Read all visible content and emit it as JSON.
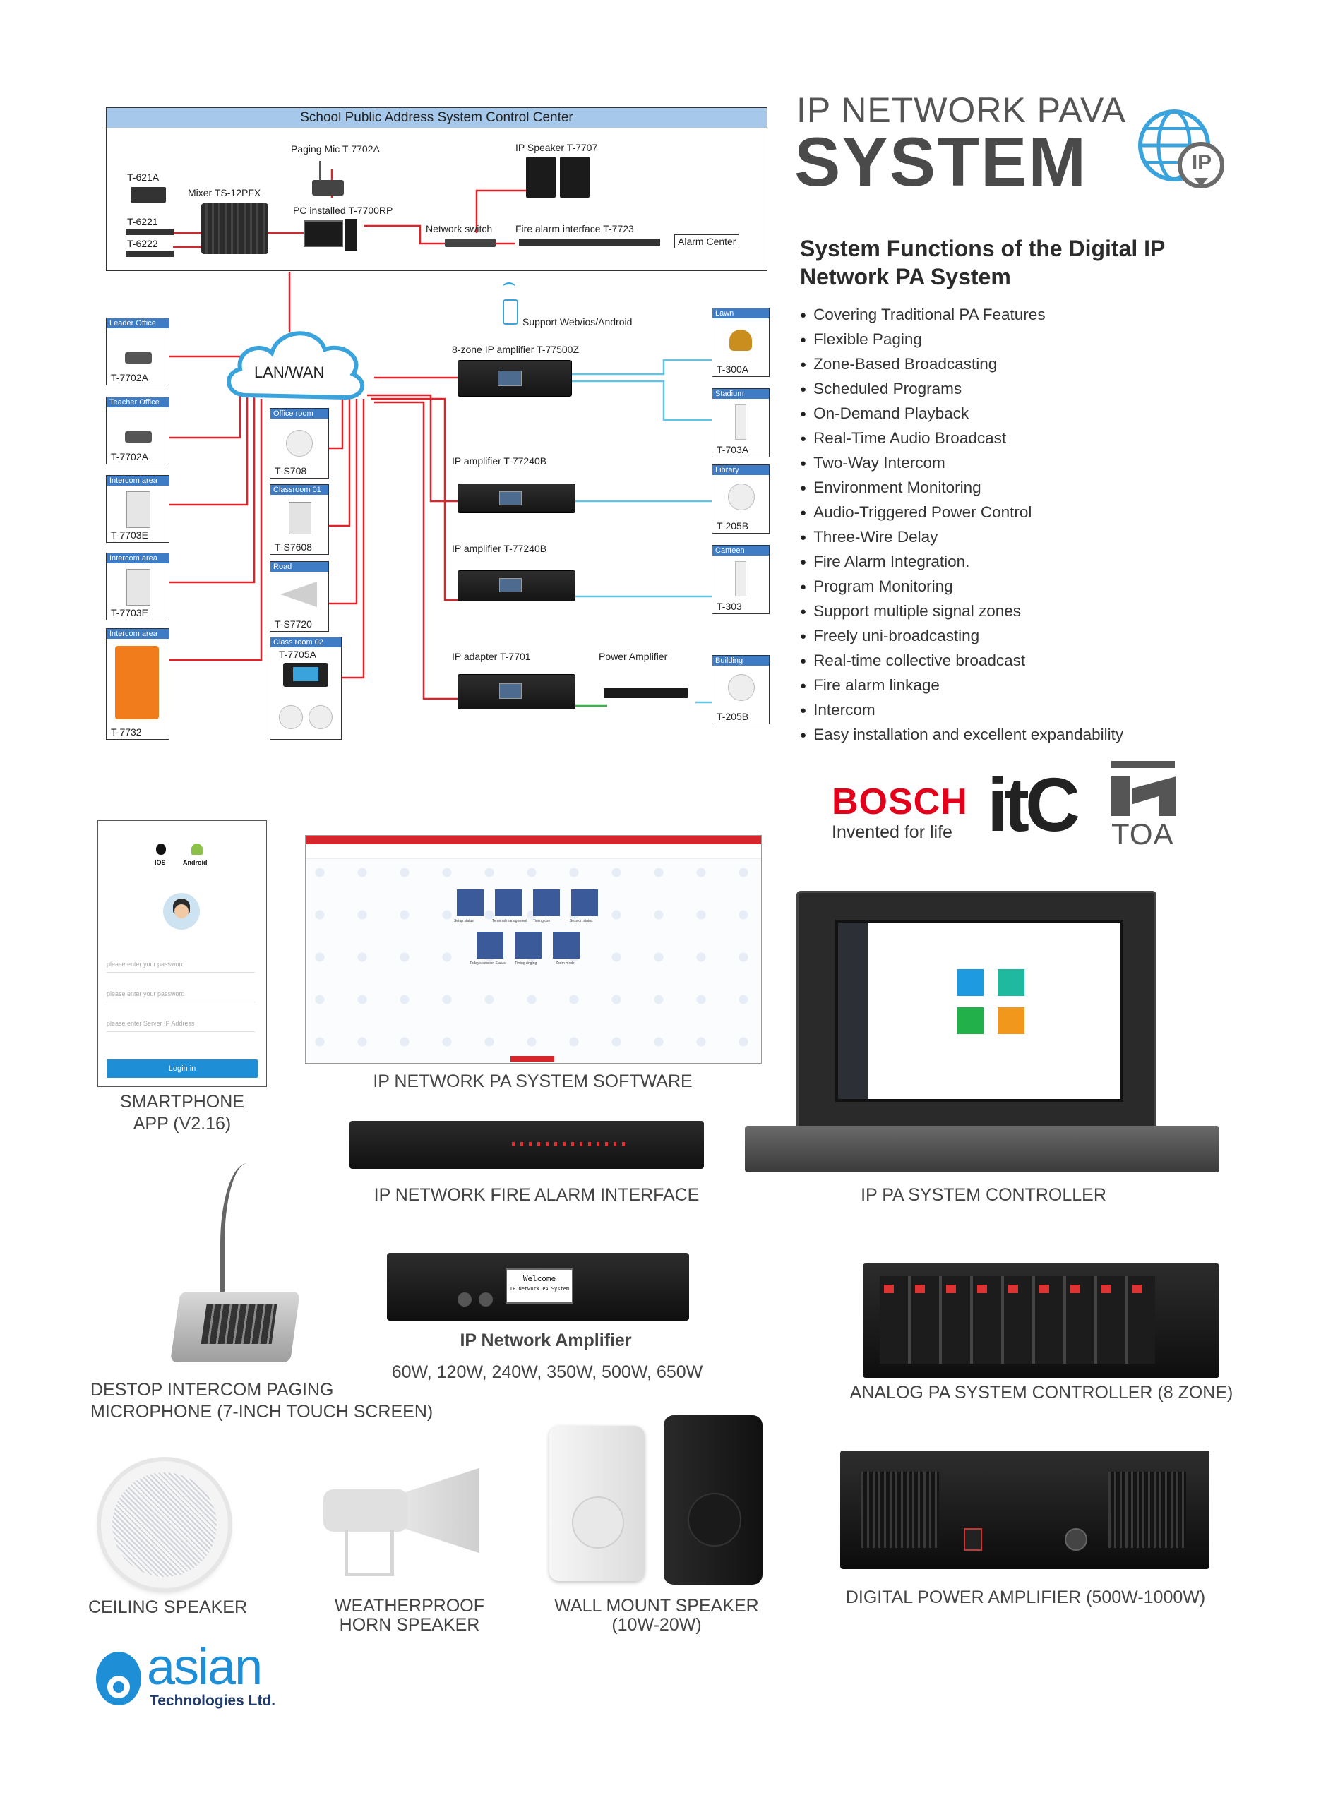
{
  "header": {
    "title_line1": "IP NETWORK PAVA",
    "title_line2": "SYSTEM",
    "badge": "IP"
  },
  "diagram": {
    "control_center": "School Public Address System Control Center",
    "devices": {
      "paging_mic": "Paging Mic T-7702A",
      "ip_speaker": "IP Speaker T-7707",
      "t621a": "T-621A",
      "mixer": "Mixer TS-12PFX",
      "t6221": "T-6221",
      "t6222": "T-6222",
      "pc": "PC installed T-7700RP",
      "network_switch": "Network switch",
      "fire_alarm_interface": "Fire alarm interface T-7723",
      "alarm_center": "Alarm Center",
      "cloud": "LAN/WAN",
      "support": "Support Web/ios/Android",
      "amp_8zone": "8-zone IP amplifier T-77500Z",
      "amp_1": "IP amplifier T-77240B",
      "amp_2": "IP amplifier T-77240B",
      "ip_adapter": "IP adapter T-7701",
      "power_amp": "Power Amplifier"
    },
    "left_zones": [
      {
        "name": "Leader Office",
        "model": "T-7702A"
      },
      {
        "name": "Teacher Office",
        "model": "T-7702A"
      },
      {
        "name": "Intercom area",
        "model": "T-7703E"
      },
      {
        "name": "Intercom area",
        "model": "T-7703E"
      },
      {
        "name": "Intercom area",
        "model": "T-7732"
      }
    ],
    "mid_zones": [
      {
        "name": "Office room",
        "model": "T-S708"
      },
      {
        "name": "Classroom 01",
        "model": "T-S7608"
      },
      {
        "name": "Road",
        "model": "T-S7720"
      },
      {
        "name": "Class room 02",
        "model": "T-7705A"
      }
    ],
    "right_zones": [
      {
        "name": "Lawn",
        "model": "T-300A"
      },
      {
        "name": "Stadium",
        "model": "T-703A"
      },
      {
        "name": "Library",
        "model": "T-205B"
      },
      {
        "name": "Canteen",
        "model": "T-303"
      },
      {
        "name": "Building",
        "model": "T-205B"
      }
    ]
  },
  "functions": {
    "title": "System Functions of the Digital IP Network PA System",
    "items": [
      "Covering Traditional PA Features",
      "Flexible Paging",
      "Zone-Based Broadcasting",
      "Scheduled Programs",
      "On-Demand Playback",
      "Real-Time Audio Broadcast",
      "Two-Way Intercom",
      "Environment Monitoring",
      "Audio-Triggered Power Control",
      "Three-Wire Delay",
      "Fire Alarm Integration.",
      "Program Monitoring",
      "Support multiple signal zones",
      "Freely uni-broadcasting",
      "Real-time collective broadcast",
      "Fire alarm linkage",
      "Intercom",
      "Easy installation and excellent expandability"
    ]
  },
  "brands": {
    "bosch": "BOSCH",
    "bosch_tagline": "Invented for life",
    "itc": "itC",
    "toa": "TOA"
  },
  "app": {
    "ios": "IOS",
    "android": "Android",
    "field1": "please enter your password",
    "field2": "please enter your password",
    "field3": "please enter Server IP Address",
    "login": "Login in"
  },
  "software": {
    "tiles": [
      "Setup status",
      "Terminal management",
      "Timing use",
      "Session status",
      "Today's session Status",
      "Timing ringing",
      "Zoom mode"
    ]
  },
  "controller_tiles": [
    {
      "color": "#1e9be0"
    },
    {
      "color": "#1fb9a0"
    },
    {
      "color": "#22b04a"
    },
    {
      "color": "#f0971c"
    }
  ],
  "products": {
    "smartphone_app_l1": "SMARTPHONE",
    "smartphone_app_l2": "APP (V2.16)",
    "software": "IP NETWORK PA SYSTEM SOFTWARE",
    "fire_alarm_interface": "IP NETWORK FIRE ALARM INTERFACE",
    "controller": "IP PA SYSTEM CONTROLLER",
    "amplifier_title": "IP Network Amplifier",
    "amplifier_powers": "60W, 120W, 240W, 350W, 500W, 650W",
    "amp_screen_l1": "Welcome",
    "amp_screen_l2": "IP Network PA System",
    "intercom_l1": "DESTOP INTERCOM PAGING",
    "intercom_l2": "MICROPHONE (7-INCH TOUCH SCREEN)",
    "analog_controller": "ANALOG PA SYSTEM CONTROLLER (8 ZONE)",
    "ceiling": "CEILING SPEAKER",
    "horn_l1": "WEATHERPROOF",
    "horn_l2": "HORN SPEAKER",
    "wall_l1": "WALL MOUNT SPEAKER",
    "wall_l2": "(10W-20W)",
    "digital_amp": "DIGITAL POWER AMPLIFIER (500W-1000W)"
  },
  "footer": {
    "company": "asian",
    "company_sub": "Technologies Ltd."
  },
  "colors": {
    "accent_blue": "#3f7cc6",
    "link_red": "#e0222a",
    "link_cyan": "#5fc4e6",
    "link_green": "#37b34a",
    "bosch_red": "#e2001a",
    "asian_blue": "#1e8fd6"
  }
}
